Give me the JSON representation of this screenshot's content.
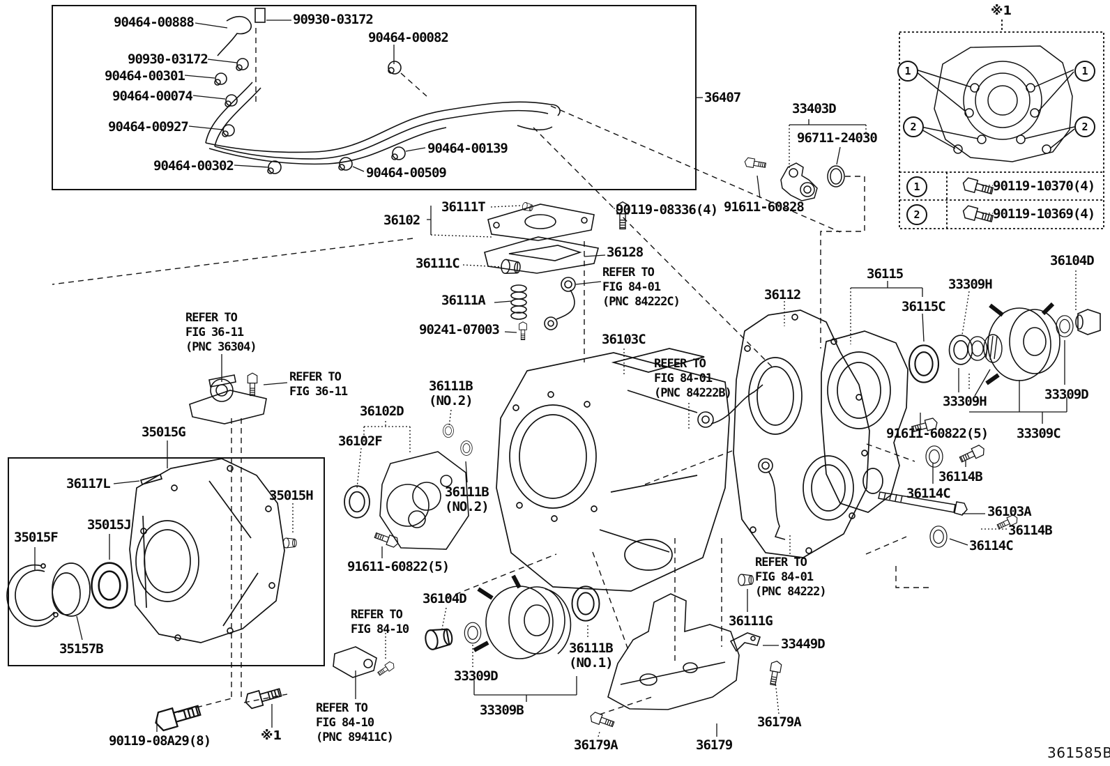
{
  "drawing_code": "361585B",
  "footnotes": {
    "top": "※1",
    "bottom": "※1"
  },
  "callouts": {
    "c1": "1",
    "c2": "2"
  },
  "legend": {
    "rows": [
      {
        "callout": "1",
        "part_number": "90119-10370(4)"
      },
      {
        "callout": "2",
        "part_number": "90119-10369(4)"
      }
    ]
  },
  "labels": {
    "l_90464_00888": "90464-00888",
    "l_90930_03172_a": "90930-03172",
    "l_90930_03172_b": "90930-03172",
    "l_90464_00301": "90464-00301",
    "l_90464_00074": "90464-00074",
    "l_90464_00927": "90464-00927",
    "l_90464_00302": "90464-00302",
    "l_90464_00082": "90464-00082",
    "l_90464_00139": "90464-00139",
    "l_90464_00509": "90464-00509",
    "l_36407": "36407",
    "l_33403D": "33403D",
    "l_96711_24030": "96711-24030",
    "l_91611_60828": "91611-60828",
    "l_36111T": "36111T",
    "l_36102": "36102",
    "l_90119_08336": "90119-08336(4)",
    "l_36128": "36128",
    "l_36111C": "36111C",
    "n_ref8401c": "REFER TO\nFIG 84-01\n(PNC 84222C)",
    "l_36111A": "36111A",
    "l_90241_07003": "90241-07003",
    "l_36103C": "36103C",
    "l_36111B_no2a": "36111B\n(NO.2)",
    "l_36102D": "36102D",
    "l_36102F": "36102F",
    "l_36111B_no2b": "36111B\n(NO.2)",
    "n_ref3611a": "REFER TO\nFIG 36-11\n(PNC 36304)",
    "n_ref3611b": "REFER TO\nFIG 36-11",
    "l_35015G": "35015G",
    "l_36117L": "36117L",
    "l_35015H": "35015H",
    "l_35015F": "35015F",
    "l_35015J": "35015J",
    "l_35157B": "35157B",
    "l_90119_08A29": "90119-08A29(8)",
    "n_ref8410b": "REFER TO\nFIG 84-10\n(PNC 89411C)",
    "n_ref8410a": "REFER TO\nFIG 84-10",
    "l_36104D_b": "36104D",
    "l_33309D_b": "33309D",
    "l_33309B": "33309B",
    "l_36111B_no1": "36111B\n(NO.1)",
    "n_ref8401a": "REFER TO\nFIG 84-01\n(PNC 84222)",
    "l_36111G": "36111G",
    "l_33449D": "33449D",
    "l_36179A_r": "36179A",
    "l_36179": "36179",
    "l_36179A_l": "36179A",
    "l_91611_60822_l": "91611-60822(5)",
    "l_36112": "36112",
    "l_36115": "36115",
    "l_36115C": "36115C",
    "l_33309H_t": "33309H",
    "l_36104D_t": "36104D",
    "l_33309H_b": "33309H",
    "l_33309D_r": "33309D",
    "l_33309C": "33309C",
    "l_91611_60822_r": "91611-60822(5)",
    "l_36114B_a": "36114B",
    "l_36114C_a": "36114C",
    "l_36103A": "36103A",
    "l_36114B_b": "36114B",
    "l_36114C_b": "36114C",
    "n_ref8401b": "REFER TO\nFIG 84-01\n(PNC 84222B)"
  }
}
